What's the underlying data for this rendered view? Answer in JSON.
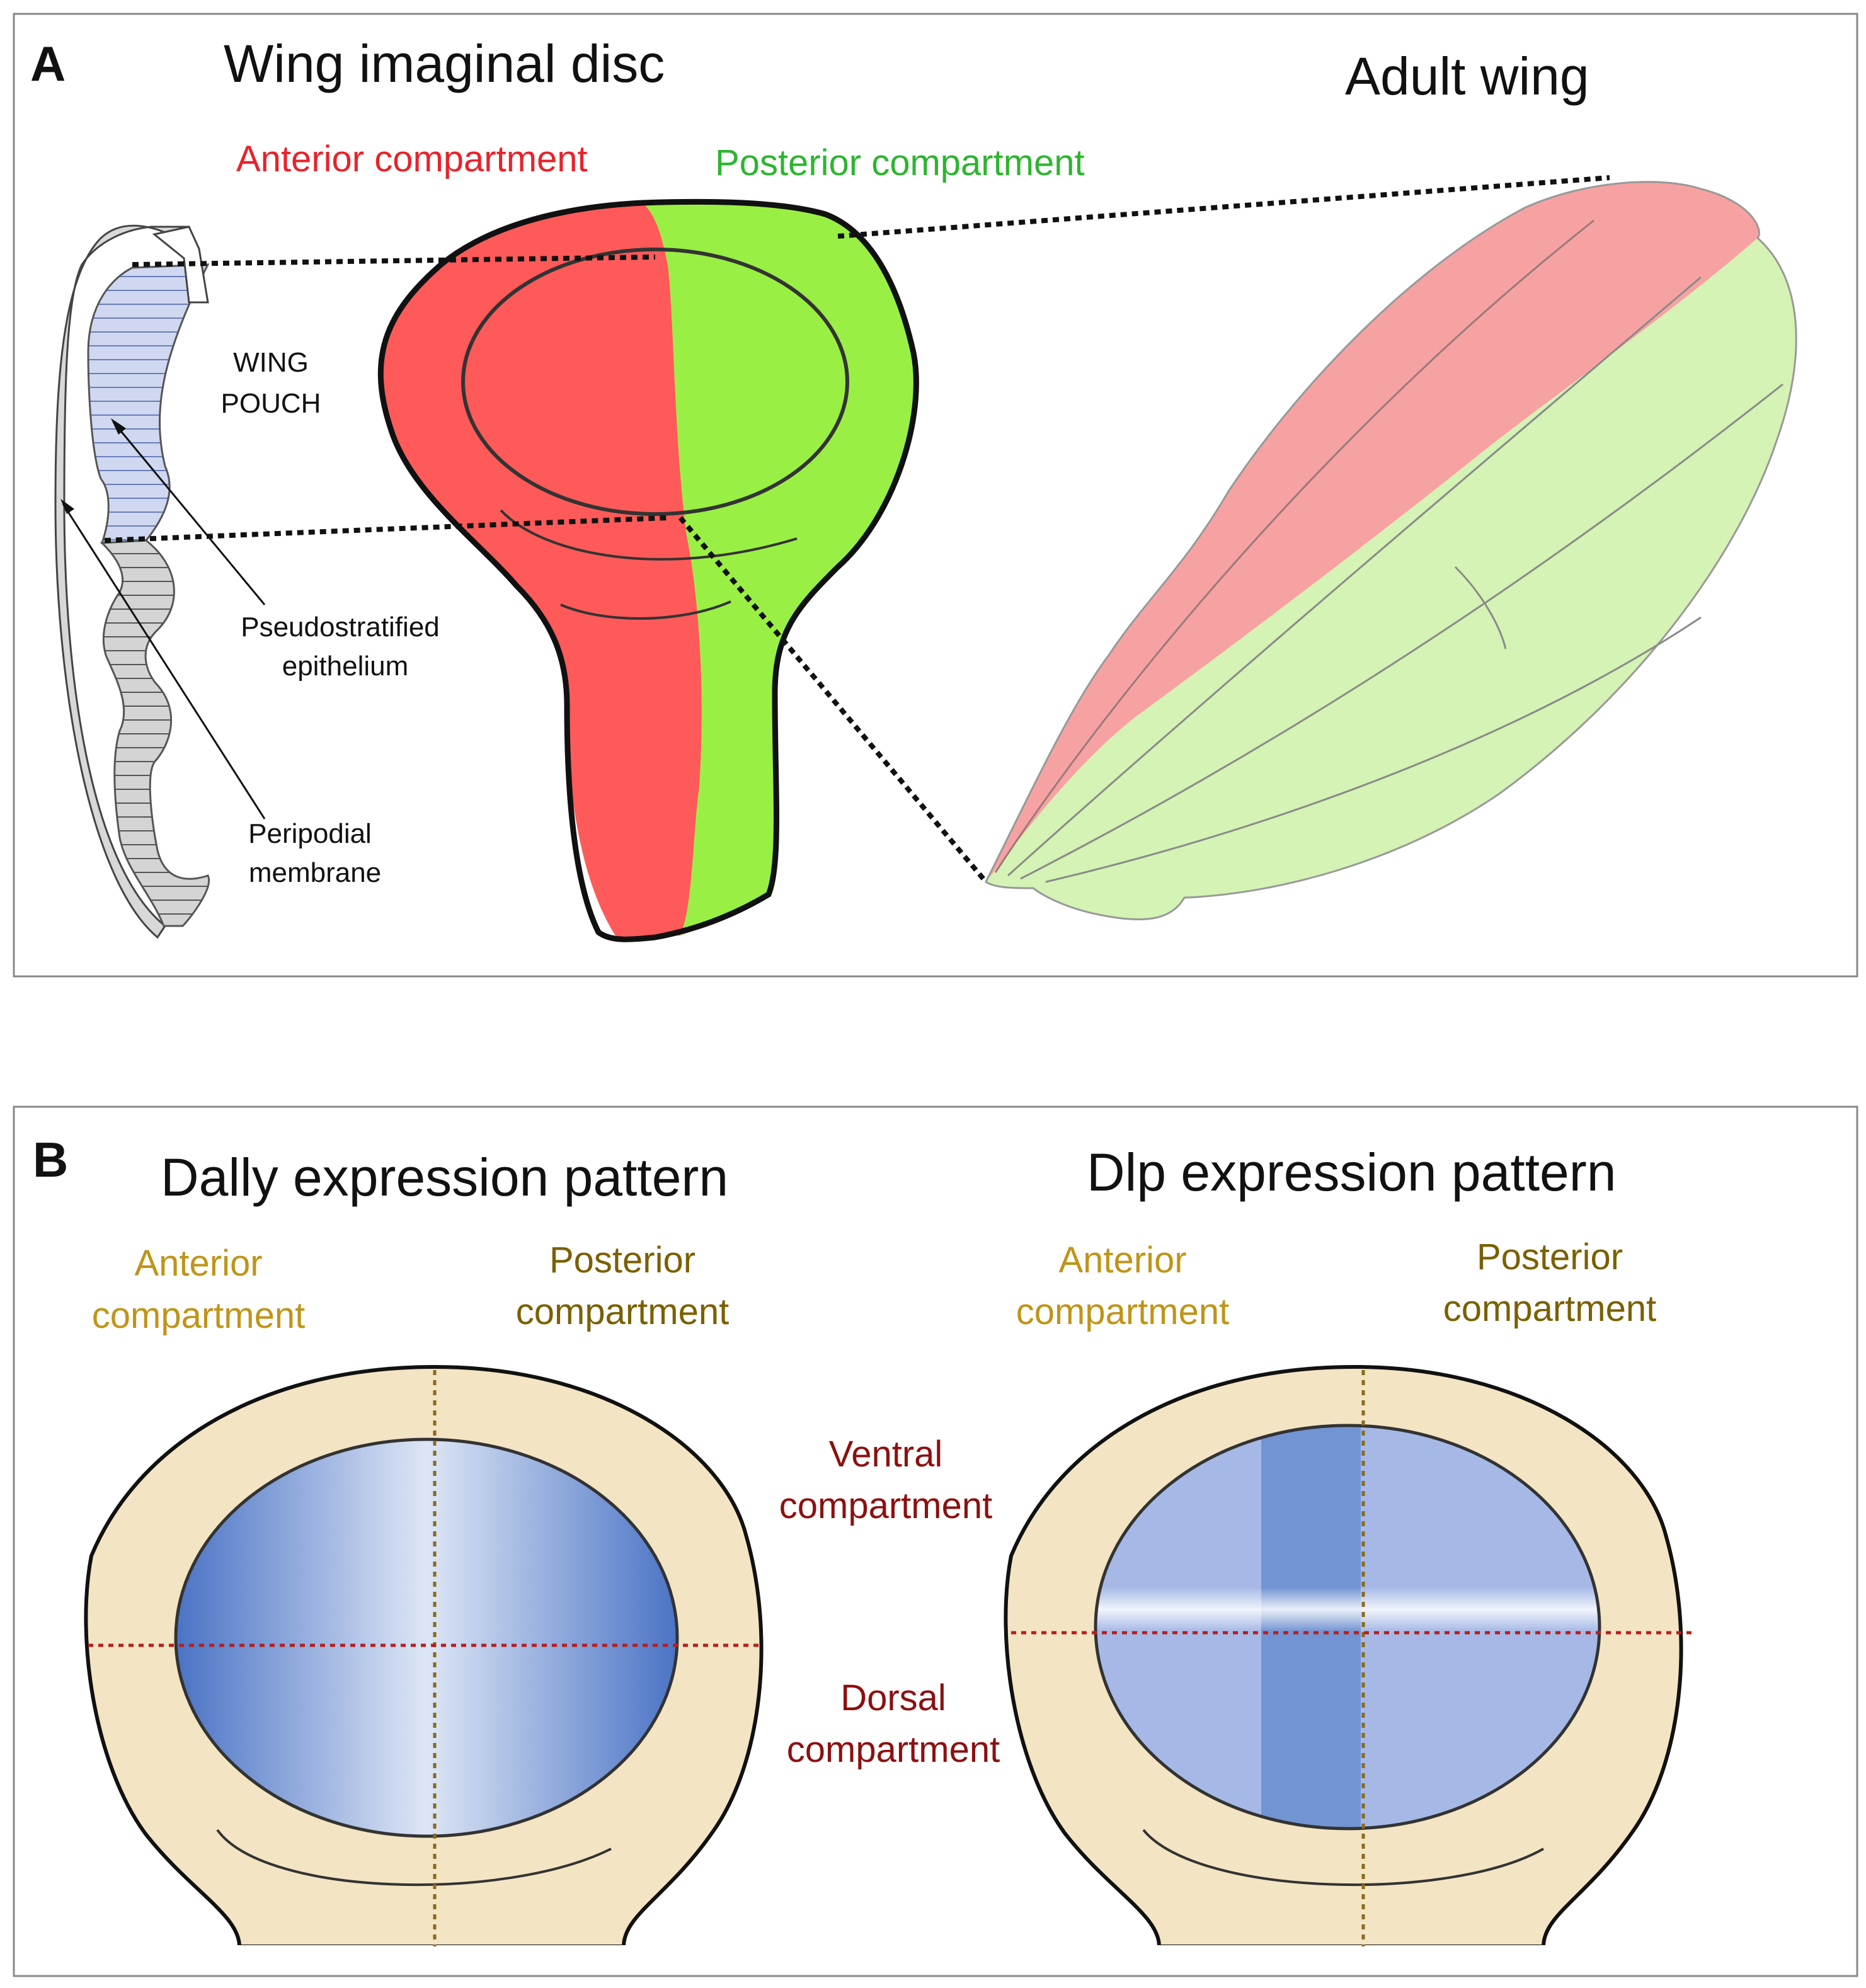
{
  "panel_a": {
    "letter": "A",
    "title_disc": "Wing imaginal disc",
    "title_wing": "Adult wing",
    "anterior_label": "Anterior compartment",
    "posterior_label": "Posterior compartment",
    "wing_pouch_line1": "WING",
    "wing_pouch_line2": "POUCH",
    "pseudo_line1": "Pseudostratified",
    "pseudo_line2": "epithelium",
    "peripodial_line1": "Peripodial",
    "peripodial_line2": "membrane"
  },
  "panel_b": {
    "letter": "B",
    "dally_title": "Dally expression pattern",
    "dlp_title": "Dlp expression pattern",
    "anterior_line1": "Anterior",
    "posterior_line1": "Posterior",
    "compartment": "compartment",
    "ventral_line1": "Ventral",
    "dorsal_line1": "Dorsal"
  },
  "colors": {
    "anterior_red": "#ff5a5a",
    "posterior_green": "#9aef44",
    "wing_anterior": "#f7a2a2",
    "wing_posterior": "#d4f3b4",
    "disc_tan": "#f3e4c3",
    "dally_blue": "#4f79c7",
    "dlp_light_blue": "#a6b9e6",
    "dlp_dark_blue": "#7394d3"
  }
}
